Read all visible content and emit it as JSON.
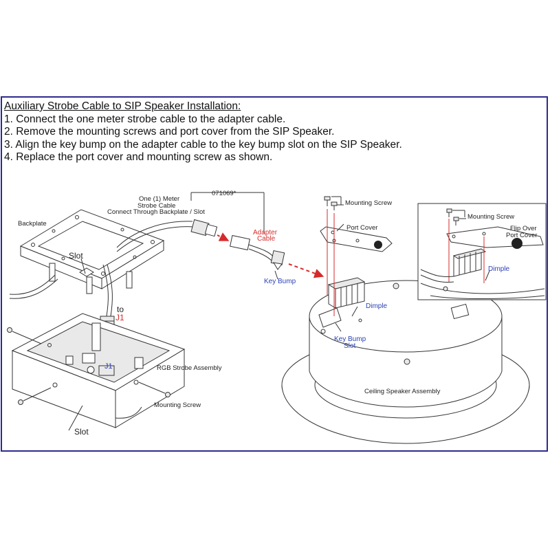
{
  "instructions": {
    "title": "Auxiliary Strobe Cable to SIP Speaker Installation:",
    "steps": [
      "1. Connect the one meter strobe cable to the adapter cable.",
      "2. Remove the mounting screws and port cover from the SIP Speaker.",
      "3. Align the key bump on the adapter cable to the key bump slot on the SIP Speaker.",
      "4. Replace the port cover and mounting screw as shown."
    ]
  },
  "labels": {
    "part_number": "071069*",
    "one_meter_1": "One (1) Meter",
    "one_meter_2": "Strobe Cable",
    "one_meter_3": "Connect Through Backplate / Slot",
    "backplate": "Backplate",
    "slot_top": "Slot",
    "adapter_1": "Adapter",
    "adapter_2": "Cable",
    "key_bump": "Key Bump",
    "to": "to",
    "j1_label": "J1",
    "j1_board": "J1",
    "rgb_strobe": "RGB Strobe Assembly",
    "mounting_screw_bottom": "Mounting Screw",
    "slot_bottom": "Slot",
    "mounting_screw_top": "Mounting Screw",
    "port_cover": "Port Cover",
    "dimple_main": "Dimple",
    "key_bump_slot_1": "Key Bump",
    "key_bump_slot_2": "Slot",
    "ceiling_speaker": "Ceiling Speaker Assembly",
    "mounting_screw_inset": "Mounting Screw",
    "flip_over_1": "Flip Over",
    "flip_over_2": "Port Cover",
    "dimple_inset": "Dimple"
  },
  "colors": {
    "frame": "#2d2a8c",
    "red_label": "#d62a2a",
    "blue_label": "#2a3fb5"
  }
}
